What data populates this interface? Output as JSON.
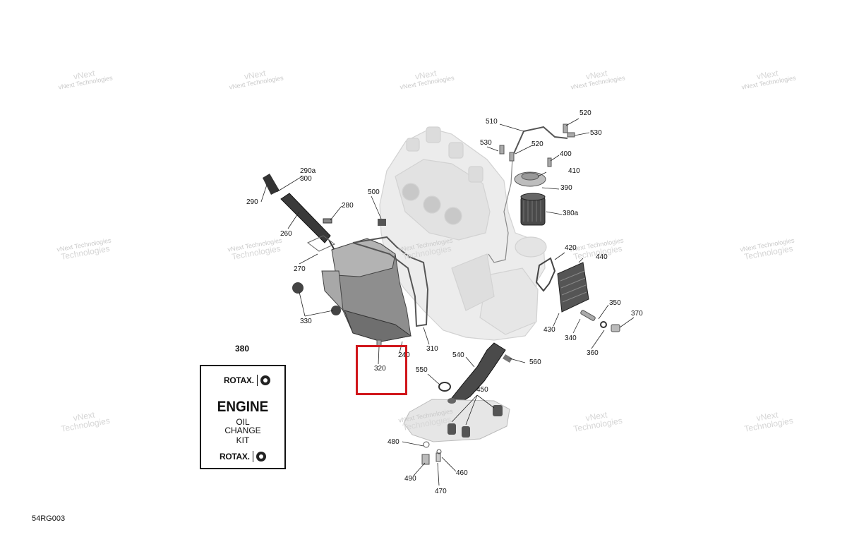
{
  "reference_code": "54RG003",
  "watermark": {
    "line1": "vNext Technologies",
    "line2": "vNext",
    "line3": "Technologies"
  },
  "highlight_color": "#d0161b",
  "kit": {
    "part_number": "380",
    "brand": "ROTAX.",
    "line1": "ENGINE",
    "line2": "OIL",
    "line3": "CHANGE",
    "line4": "KIT"
  },
  "callouts": [
    {
      "id": "510",
      "label": "510"
    },
    {
      "id": "520a",
      "label": "520"
    },
    {
      "id": "530a",
      "label": "530"
    },
    {
      "id": "530b",
      "label": "530"
    },
    {
      "id": "520b",
      "label": "520"
    },
    {
      "id": "400",
      "label": "400"
    },
    {
      "id": "410",
      "label": "410"
    },
    {
      "id": "390",
      "label": "390"
    },
    {
      "id": "380a",
      "label": "380a"
    },
    {
      "id": "290a",
      "label": "290a"
    },
    {
      "id": "300",
      "label": "300"
    },
    {
      "id": "290",
      "label": "290"
    },
    {
      "id": "280",
      "label": "280"
    },
    {
      "id": "260",
      "label": "260"
    },
    {
      "id": "500",
      "label": "500"
    },
    {
      "id": "270",
      "label": "270"
    },
    {
      "id": "420",
      "label": "420"
    },
    {
      "id": "440",
      "label": "440"
    },
    {
      "id": "330",
      "label": "330"
    },
    {
      "id": "350",
      "label": "350"
    },
    {
      "id": "370",
      "label": "370"
    },
    {
      "id": "430",
      "label": "430"
    },
    {
      "id": "340",
      "label": "340"
    },
    {
      "id": "360",
      "label": "360"
    },
    {
      "id": "310",
      "label": "310"
    },
    {
      "id": "240",
      "label": "240"
    },
    {
      "id": "540",
      "label": "540"
    },
    {
      "id": "560",
      "label": "560"
    },
    {
      "id": "320",
      "label": "320"
    },
    {
      "id": "550",
      "label": "550"
    },
    {
      "id": "450",
      "label": "450"
    },
    {
      "id": "480",
      "label": "480"
    },
    {
      "id": "460",
      "label": "460"
    },
    {
      "id": "490",
      "label": "490"
    },
    {
      "id": "470",
      "label": "470"
    }
  ]
}
